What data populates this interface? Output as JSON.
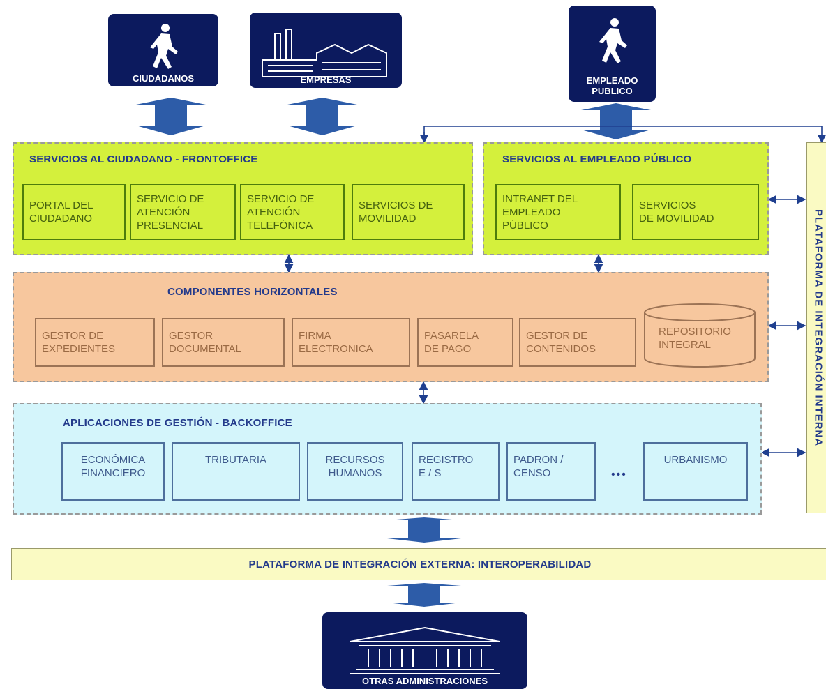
{
  "actors": {
    "ciudadanos": "CIUDADANOS",
    "empresas": "EMPRESAS",
    "empleado_line1": "EMPLEADO",
    "empleado_line2": "PUBLICO",
    "otras": "OTRAS ADMINISTRACIONES"
  },
  "frontoffice": {
    "title": "SERVICIOS AL CIUDADANO  - FRONTOFFICE",
    "items": [
      {
        "l1": "PORTAL DEL",
        "l2": "CIUDADANO",
        "l3": ""
      },
      {
        "l1": "SERVICIO DE",
        "l2": "ATENCIÓN",
        "l3": "PRESENCIAL"
      },
      {
        "l1": "SERVICIO DE",
        "l2": "ATENCIÓN",
        "l3": "TELEFÓNICA"
      },
      {
        "l1": "SERVICIOS DE",
        "l2": "MOVILIDAD",
        "l3": ""
      }
    ]
  },
  "empleado": {
    "title": "SERVICIOS AL EMPLEADO PÚBLICO",
    "items": [
      {
        "l1": "INTRANET  DEL",
        "l2": "EMPLEADO",
        "l3": "PÚBLICO"
      },
      {
        "l1": "SERVICIOS",
        "l2": "DE MOVILIDAD",
        "l3": ""
      }
    ]
  },
  "horizontales": {
    "title": "COMPONENTES HORIZONTALES",
    "items": [
      {
        "l1": "GESTOR DE",
        "l2": "EXPEDIENTES"
      },
      {
        "l1": "GESTOR",
        "l2": "DOCUMENTAL"
      },
      {
        "l1": "FIRMA",
        "l2": "ELECTRONICA"
      },
      {
        "l1": "PASARELA",
        "l2": "DE PAGO"
      },
      {
        "l1": "GESTOR DE",
        "l2": "CONTENIDOS"
      }
    ],
    "repositorio_l1": "REPOSITORIO",
    "repositorio_l2": "INTEGRAL"
  },
  "backoffice": {
    "title": "APLICACIONES DE GESTIÓN - BACKOFFICE",
    "items": [
      {
        "l1": "ECONÓMICA",
        "l2": "FINANCIERO"
      },
      {
        "l1": "TRIBUTARIA",
        "l2": ""
      },
      {
        "l1": "RECURSOS",
        "l2": "HUMANOS"
      },
      {
        "l1": "REGISTRO",
        "l2": "E / S"
      },
      {
        "l1": "PADRON /",
        "l2": "CENSO"
      },
      {
        "l1": "URBANISMO",
        "l2": ""
      }
    ],
    "ellipsis": "•••"
  },
  "integracion_interna": "PLATAFORMA DE INTEGRACIÓN INTERNA",
  "integracion_externa": "PLATAFORMA DE INTEGRACIÓN  EXTERNA: INTEROPERABILIDAD",
  "colors": {
    "actor": "#0c1a5e",
    "arrow_blue": "#2d5ca8",
    "front_fill": "#d4f03c",
    "horiz_fill": "#f7c79e",
    "back_fill": "#d4f5fb",
    "platform_fill": "#fafac3"
  }
}
